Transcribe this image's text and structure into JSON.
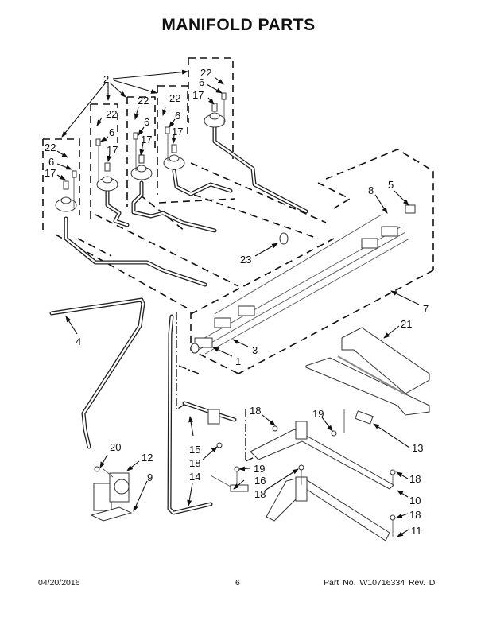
{
  "page": {
    "title": "MANIFOLD PARTS",
    "footer": {
      "date": "04/20/2016",
      "page_number": "6",
      "part_info": "Part No.  W10716334  Rev. D"
    }
  },
  "callouts": {
    "c2": "2",
    "burner_valve_1": {
      "c22": "22",
      "c6": "6",
      "c17": "17"
    },
    "burner_valve_2": {
      "c22": "22",
      "c6": "6",
      "c17": "17"
    },
    "burner_valve_3": {
      "c22": "22",
      "c6": "6",
      "c17": "17"
    },
    "burner_valve_4": {
      "c22": "22",
      "c6": "6",
      "c17": "17"
    },
    "burner_valve_5": {
      "c22": "22",
      "c6": "6",
      "c17": "17"
    },
    "c8": "8",
    "c5": "5",
    "c23": "23",
    "c7": "7",
    "c4": "4",
    "c3": "3",
    "c1": "1",
    "c21": "21",
    "c13": "13",
    "c18a": "18",
    "c19a": "19",
    "c15": "15",
    "c18b": "18",
    "c19b": "19",
    "c16": "16",
    "c18c": "18",
    "c14": "14",
    "c18d": "18",
    "c10": "10",
    "c18e": "18",
    "c11": "11",
    "c20": "20",
    "c12": "12",
    "c9": "9"
  }
}
